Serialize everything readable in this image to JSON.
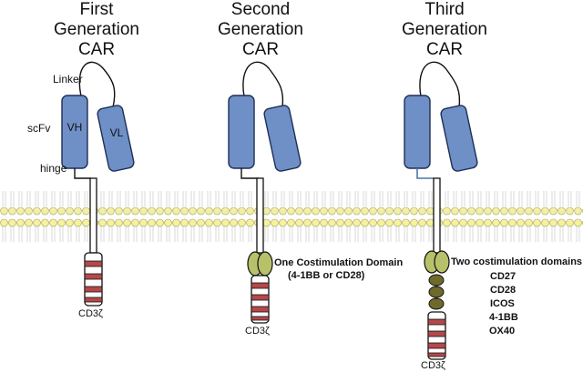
{
  "titles": {
    "first": [
      "First",
      "Generation",
      "CAR"
    ],
    "second": [
      "Second",
      "Generation",
      "CAR"
    ],
    "third": [
      "Third",
      "Generation",
      "CAR"
    ]
  },
  "labels": {
    "linker": "Linker",
    "scfv": "scFv",
    "hinge": "hinge",
    "vh": "VH",
    "vl": "VL",
    "cd3": "CD3ζ"
  },
  "second_domain": [
    "One Costimulation Domain",
    "(4-1BB or CD28)"
  ],
  "third_domains": {
    "header": "Two costimulation domains",
    "items": [
      "CD27",
      "CD28",
      "ICOS",
      "4-1BB",
      "OX40"
    ]
  },
  "colors": {
    "domain_blue": "#6f8fc7",
    "membrane_yellow": "#f4f1a0",
    "costim_green": "#b8c16a",
    "costim_olive": "#6f6a2c",
    "cd3_red": "#b5484a",
    "hinge_blue": "#4a76a8"
  }
}
